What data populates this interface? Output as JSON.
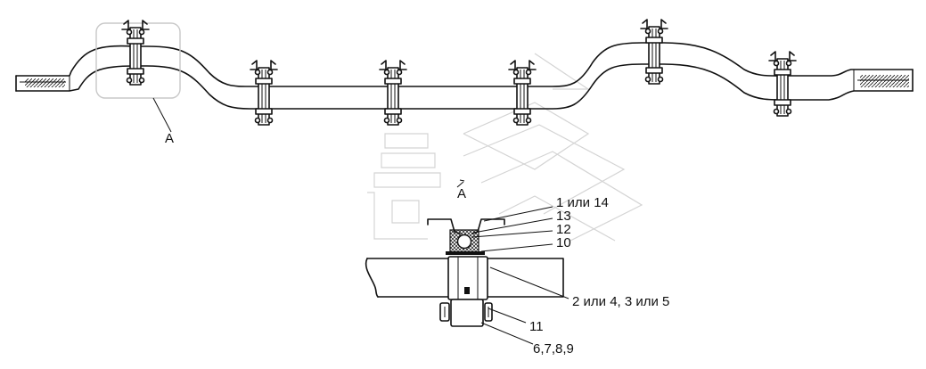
{
  "drawing": {
    "view_label": "А",
    "section_label": "А",
    "callouts": {
      "part_1_14": "1 или 14",
      "part_13": "13",
      "part_12": "12",
      "part_10": "10",
      "parts_2_4_3_5": "2 или 4, 3 или 5",
      "part_11": "11",
      "parts_6_7_8_9": "6,7,8,9"
    }
  }
}
